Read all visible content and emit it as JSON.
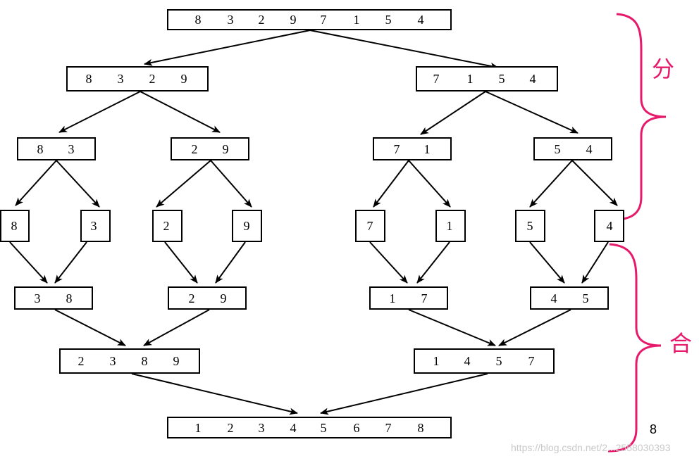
{
  "boxes": [
    {
      "id": "root",
      "values": [
        "8",
        "3",
        "2",
        "9",
        "7",
        "1",
        "5",
        "4"
      ]
    },
    {
      "id": "split-l",
      "values": [
        "8",
        "3",
        "2",
        "9"
      ]
    },
    {
      "id": "split-r",
      "values": [
        "7",
        "1",
        "5",
        "4"
      ]
    },
    {
      "id": "split-ll",
      "values": [
        "8",
        "3"
      ]
    },
    {
      "id": "split-lr",
      "values": [
        "2",
        "9"
      ]
    },
    {
      "id": "split-rl",
      "values": [
        "7",
        "1"
      ]
    },
    {
      "id": "split-rr",
      "values": [
        "5",
        "4"
      ]
    },
    {
      "id": "leaf-1",
      "values": [
        "8"
      ]
    },
    {
      "id": "leaf-2",
      "values": [
        "3"
      ]
    },
    {
      "id": "leaf-3",
      "values": [
        "2"
      ]
    },
    {
      "id": "leaf-4",
      "values": [
        "9"
      ]
    },
    {
      "id": "leaf-5",
      "values": [
        "7"
      ]
    },
    {
      "id": "leaf-6",
      "values": [
        "1"
      ]
    },
    {
      "id": "leaf-7",
      "values": [
        "5"
      ]
    },
    {
      "id": "leaf-8",
      "values": [
        "4"
      ]
    },
    {
      "id": "merge-ll",
      "values": [
        "3",
        "8"
      ]
    },
    {
      "id": "merge-lr",
      "values": [
        "2",
        "9"
      ]
    },
    {
      "id": "merge-rl",
      "values": [
        "1",
        "7"
      ]
    },
    {
      "id": "merge-rr",
      "values": [
        "4",
        "5"
      ]
    },
    {
      "id": "merge-l",
      "values": [
        "2",
        "3",
        "8",
        "9"
      ]
    },
    {
      "id": "merge-r",
      "values": [
        "1",
        "4",
        "5",
        "7"
      ]
    },
    {
      "id": "result",
      "values": [
        "1",
        "2",
        "3",
        "4",
        "5",
        "6",
        "7",
        "8"
      ]
    }
  ],
  "labels": {
    "divide": "分",
    "merge": "合"
  },
  "page_number": "8",
  "watermark": "https://blog.csdn.net/2...2558030393",
  "colors": {
    "brace": "#e6196b",
    "line": "#000000"
  }
}
